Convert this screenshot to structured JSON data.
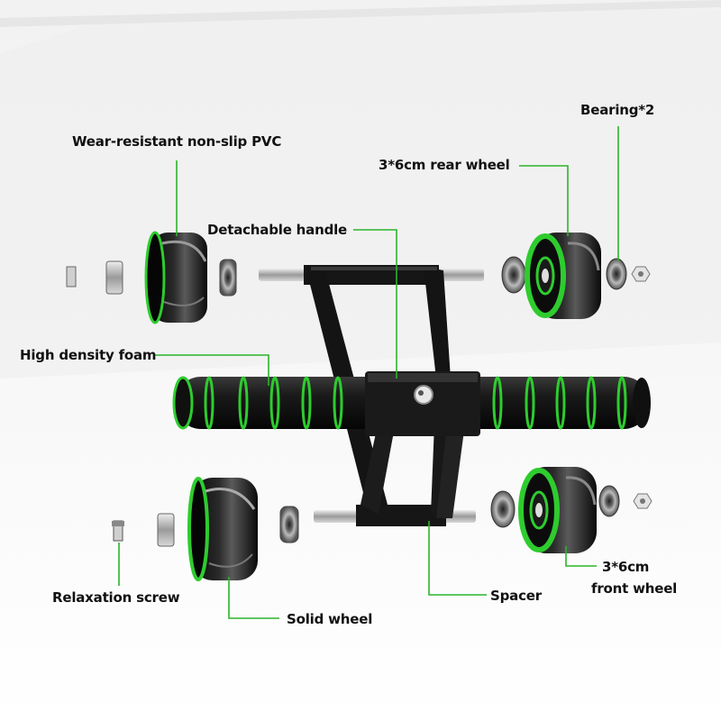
{
  "labels": {
    "wear_resistant": "Wear-resistant non-slip PVC",
    "bearing": "Bearing*2",
    "rear_wheel": "3*6cm rear wheel",
    "detachable_handle": "Detachable handle",
    "high_density_foam": "High density foam",
    "relaxation_screw": "Relaxation screw",
    "solid_wheel": "Solid wheel",
    "spacer": "Spacer",
    "front_wheel_line1": "3*6cm",
    "front_wheel_line2": "front wheel"
  },
  "colors": {
    "accent_green": "#2ecc2e",
    "leader_line": "#2bb52b",
    "frame_black": "#141414",
    "metal": "#c8c8c8"
  }
}
